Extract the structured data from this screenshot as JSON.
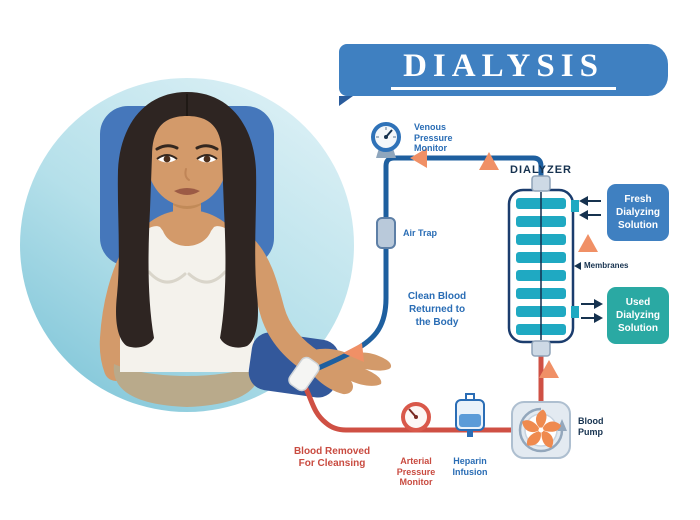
{
  "title": "DIALYSIS",
  "labels": {
    "venous_pressure_monitor": "Venous\nPressure\nMonitor",
    "air_trap": "Air Trap",
    "dialyzer": "DIALYZER",
    "membranes": "Membranes",
    "fresh_solution": "Fresh\nDialyzing\nSolution",
    "used_solution": "Used\nDialyzing\nSolution",
    "clean_blood": "Clean Blood\nReturned to\nthe Body",
    "blood_removed": "Blood Removed\nFor Cleansing",
    "arterial_pressure_monitor": "Arterial\nPressure\nMonitor",
    "heparin_infusion": "Heparin\nInfusion",
    "blood_pump": "Blood\nPump"
  },
  "colors": {
    "banner_blue": "#3f80c1",
    "tube_blue": "#1e5f9f",
    "tube_red": "#cf5044",
    "flow_arrow_orange": "#f09066",
    "dialyzer_teal": "#1fa9c2",
    "used_solution_teal": "#2aa9a3",
    "navy": "#16324f",
    "label_blue": "#2a6db5",
    "label_red": "#c94b40",
    "skin": "#d39a6a",
    "hair": "#2e2522",
    "chair_blue": "#4577bb",
    "circle_background": "#7fc5d8"
  }
}
